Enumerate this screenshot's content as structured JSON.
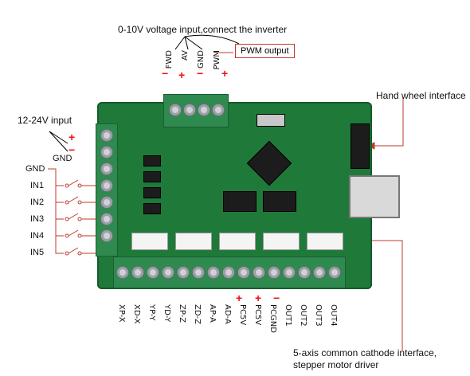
{
  "title_top": "0-10V voltage input,connect the inverter",
  "pwm_box": "PWM output",
  "top_terminals": [
    {
      "label": "FWD",
      "sign": "−"
    },
    {
      "label": "AV",
      "sign": "+"
    },
    {
      "label": "GND",
      "sign": "−"
    },
    {
      "label": "PWM",
      "sign": "+"
    }
  ],
  "hand_wheel": "Hand wheel interface",
  "power_input": "12-24V input",
  "power_gnd": "GND",
  "power_plus": "+",
  "power_minus": "−",
  "left_inputs": [
    "GND",
    "IN1",
    "IN2",
    "IN3",
    "IN4",
    "IN5"
  ],
  "bottom_terminals": [
    "XP-X",
    "XD-X",
    "YP-Y",
    "YD-Y",
    "ZP-Z",
    "ZD-Z",
    "AP-A",
    "AD-A",
    "PC5V",
    "PC5V",
    "PCGND",
    "OUT1",
    "OUT2",
    "OUT3",
    "OUT4"
  ],
  "bottom_signs": {
    "pc5v_1": "+",
    "pc5v_2": "+",
    "pcgnd": "−"
  },
  "axis_caption_line1": "5-axis common cathode interface,",
  "axis_caption_line2": "stepper motor driver",
  "colors": {
    "board": "#1f7a3a",
    "accent": "#c0392b"
  }
}
